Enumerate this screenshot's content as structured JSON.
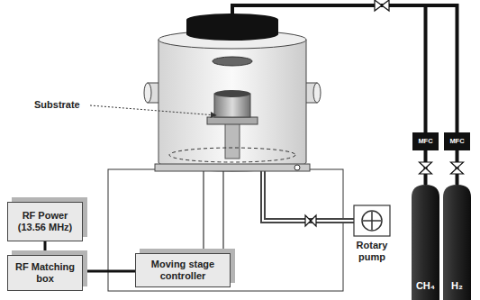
{
  "diagram": {
    "nodes": [
      {
        "text": [
          "RF Power (13.56 MHz)"
        ]
      },
      {
        "text": [
          "RF Matching box"
        ]
      },
      {
        "text": [
          "Moving stage controller"
        ]
      },
      {
        "text": [
          "Rotary pump"
        ]
      },
      {
        "text": [
          "MFC"
        ]
      },
      {
        "text": [
          "MFC"
        ]
      },
      {
        "text": [
          "CH₄"
        ]
      },
      {
        "text": [
          "H₂"
        ]
      }
    ],
    "edges": [
      {
        "from": 0,
        "to": 1,
        "arrow": "none"
      },
      {
        "from": 1,
        "to": 2,
        "arrow": "none"
      },
      {
        "from": 6,
        "to": 4,
        "arrow": "none"
      },
      {
        "from": 7,
        "to": 5,
        "arrow": "none"
      }
    ],
    "labels": [
      "Substrate"
    ]
  }
}
